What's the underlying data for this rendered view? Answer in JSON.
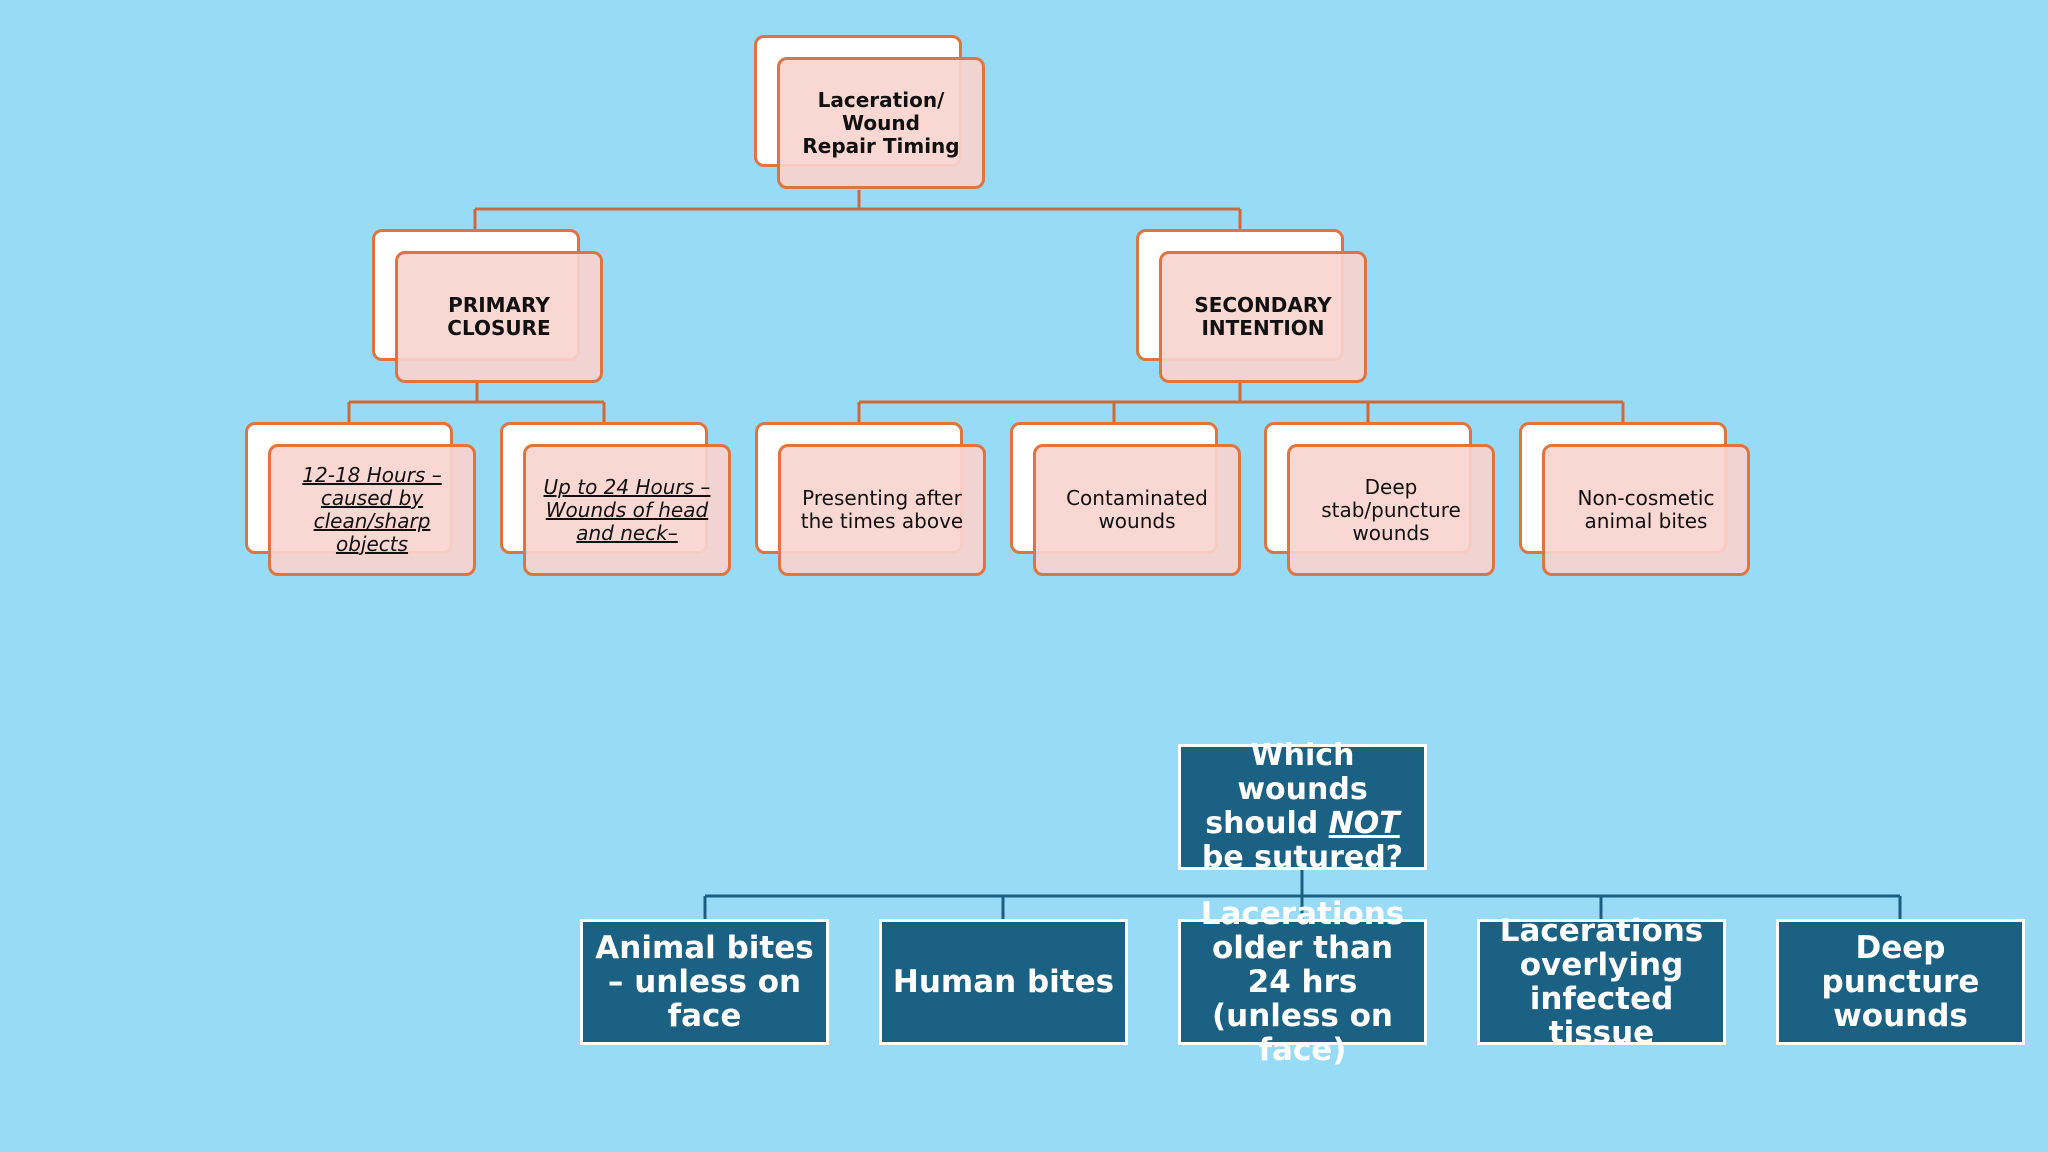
{
  "top_tree": {
    "root": {
      "lines": [
        "Laceration/",
        "Wound",
        "Repair Timing"
      ]
    },
    "primary": {
      "lines": [
        "PRIMARY",
        "CLOSURE"
      ]
    },
    "secondary": {
      "lines": [
        "SECONDARY",
        "INTENTION"
      ]
    },
    "primary_children": [
      {
        "lines": [
          "12-18 Hours –",
          "caused by",
          "clean/sharp objects"
        ]
      },
      {
        "lines": [
          "Up to 24 Hours –",
          "Wounds of head",
          "and neck–"
        ]
      }
    ],
    "secondary_children": [
      {
        "lines": [
          "Presenting after",
          "the times above"
        ]
      },
      {
        "lines": [
          "Contaminated",
          "wounds"
        ]
      },
      {
        "lines": [
          "Deep",
          "stab/puncture",
          "wounds"
        ]
      },
      {
        "lines": [
          "Non-cosmetic",
          "animal bites"
        ]
      }
    ]
  },
  "bottom_tree": {
    "question": {
      "part1": "Which wounds should ",
      "emph": "NOT ",
      "part2": "be sutured?"
    },
    "children": [
      "Animal bites – unless on face",
      "Human bites",
      "Lacerations older than 24 hrs (unless on face)",
      "Lacerations overlying infected tissue",
      "Deep puncture wounds"
    ]
  },
  "colors": {
    "background": "#97dbf7",
    "orange_stroke": "#e0743f",
    "pink_fill": "#f8d4ce",
    "teal_box": "#1a6184"
  }
}
